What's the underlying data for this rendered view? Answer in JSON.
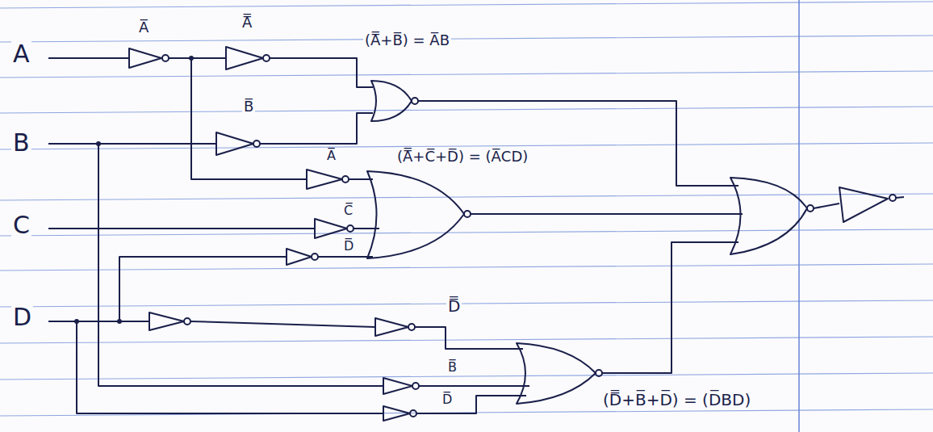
{
  "diagram": {
    "labels": [
      "A",
      "A̅",
      "A̿",
      "(A̿+B̅) = A̅B",
      "B",
      "B̅",
      "A̅",
      "(A̿+C̅+D̅) = (A̅CD)",
      "C",
      "C̅",
      "D̅",
      "D",
      "D̿",
      "B̅",
      "D̅",
      "(D̿+B̅+D̅) = (D̅BD)"
    ]
  }
}
